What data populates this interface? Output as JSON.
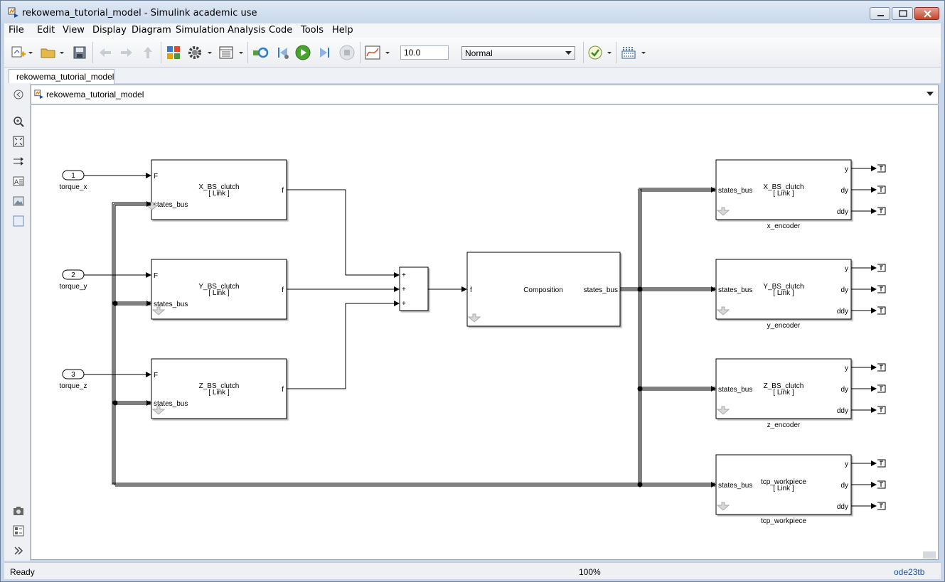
{
  "window": {
    "title": "rekowema_tutorial_model - Simulink academic use"
  },
  "menu": {
    "items": [
      "File",
      "Edit",
      "View",
      "Display",
      "Diagram",
      "Simulation",
      "Analysis",
      "Code",
      "Tools",
      "Help"
    ]
  },
  "toolbar": {
    "stop_time": "10.0",
    "sim_mode": "Normal"
  },
  "tabs": {
    "model_tab": "rekowema_tutorial_model"
  },
  "address": {
    "path": "rekowema_tutorial_model"
  },
  "diagram": {
    "inports": [
      {
        "number": "1",
        "name": "torque_x"
      },
      {
        "number": "2",
        "name": "torque_y"
      },
      {
        "number": "3",
        "name": "torque_z"
      }
    ],
    "clutches": [
      {
        "title": "X_BS_clutch",
        "link": "[ Link ]",
        "in_top": "F",
        "in_bottom": "states_bus",
        "out": "f"
      },
      {
        "title": "Y_BS_clutch",
        "link": "[ Link ]",
        "in_top": "F",
        "in_bottom": "states_bus",
        "out": "f"
      },
      {
        "title": "Z_BS_clutch",
        "link": "[ Link ]",
        "in_top": "F",
        "in_bottom": "states_bus",
        "out": "f"
      }
    ],
    "sum": {
      "signs": [
        "+",
        "+",
        "+"
      ]
    },
    "composition": {
      "title": "Composition",
      "in": "f",
      "out": "states_bus"
    },
    "encoders": [
      {
        "title": "X_BS_clutch",
        "link": "[ Link ]",
        "name": "x_encoder",
        "in": "states_bus",
        "outs": [
          "y",
          "dy",
          "ddy"
        ]
      },
      {
        "title": "Y_BS_clutch",
        "link": "[ Link ]",
        "name": "y_encoder",
        "in": "states_bus",
        "outs": [
          "y",
          "dy",
          "ddy"
        ]
      },
      {
        "title": "Z_BS_clutch",
        "link": "[ Link ]",
        "name": "z_encoder",
        "in": "states_bus",
        "outs": [
          "y",
          "dy",
          "ddy"
        ]
      },
      {
        "title": "tcp_workpiece",
        "link": "[ Link ]",
        "name": "tcp_workpiece",
        "in": "states_bus",
        "outs": [
          "y",
          "dy",
          "ddy"
        ]
      }
    ]
  },
  "status": {
    "ready": "Ready",
    "zoom": "100%",
    "solver": "ode23tb"
  },
  "icons": {
    "app": "simulink-icon",
    "run": "run-icon"
  }
}
